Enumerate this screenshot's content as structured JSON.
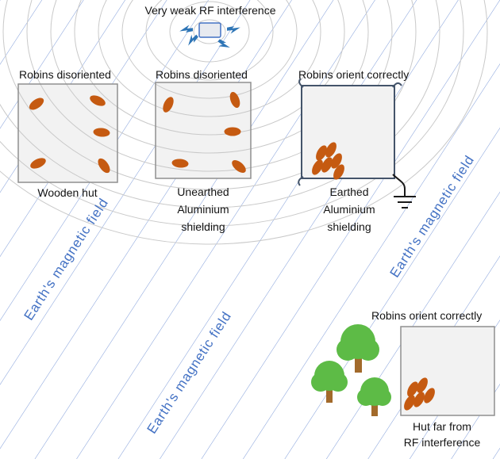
{
  "title": "Very weak RF interference",
  "field_label": "Earth's magnetic field",
  "boxes": [
    {
      "label": "Robins disoriented",
      "caption_lines": [
        "Wooden hut"
      ]
    },
    {
      "label": "Robins disoriented",
      "caption_lines": [
        "Unearthed",
        "Aluminium",
        "shielding"
      ]
    },
    {
      "label": "Robins orient correctly",
      "caption_lines": [
        "Earthed",
        "Aluminium",
        "shielding"
      ]
    },
    {
      "label": "Robins orient correctly",
      "caption_lines": [
        "Hut far from",
        "RF interference"
      ]
    }
  ],
  "icons": {
    "rf_source": "rf-transmitter",
    "lightning": "lightning-bolt",
    "ground": "earth-ground-symbol",
    "tree": "tree",
    "robin": "robin-bird"
  },
  "colors": {
    "field_line": "#7f9cd9",
    "field_label_text": "#4472c4",
    "rf_arc": "#c9c9c9",
    "robin": "#c55a11",
    "box_fill": "#f2f2f2",
    "box_border": "#8f8f8f",
    "shield_border": "#44546a",
    "lightning": "#2e75b6",
    "tree_canopy": "#5dbb46",
    "tree_trunk": "#a26a2b",
    "label_text": "#141414"
  }
}
